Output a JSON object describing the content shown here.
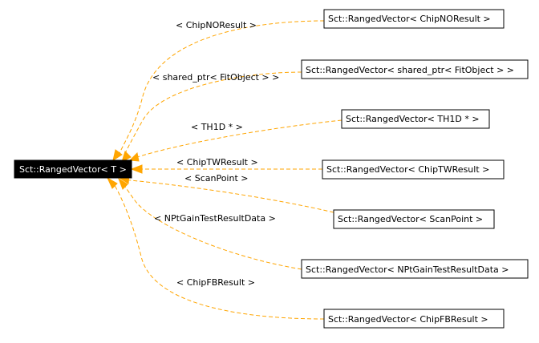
{
  "colors": {
    "edge": "#ffa500",
    "root_bg": "#000000",
    "root_text": "#ffffff"
  },
  "root": {
    "label": "Sct::RangedVector< T >"
  },
  "nodes": [
    {
      "id": "chipno",
      "label": "Sct::RangedVector< ChipNOResult >",
      "edge_label": "< ChipNOResult >"
    },
    {
      "id": "fitobj",
      "label": "Sct::RangedVector< shared_ptr< FitObject > >",
      "edge_label": "< shared_ptr< FitObject > >"
    },
    {
      "id": "th1d",
      "label": "Sct::RangedVector< TH1D * >",
      "edge_label": "< TH1D * >"
    },
    {
      "id": "chiptw",
      "label": "Sct::RangedVector< ChipTWResult >",
      "edge_label": "< ChipTWResult >"
    },
    {
      "id": "scanpt",
      "label": "Sct::RangedVector< ScanPoint >",
      "edge_label": "< ScanPoint >"
    },
    {
      "id": "nptgain",
      "label": "Sct::RangedVector< NPtGainTestResultData >",
      "edge_label": "< NPtGainTestResultData >"
    },
    {
      "id": "chipfb",
      "label": "Sct::RangedVector< ChipFBResult >",
      "edge_label": "< ChipFBResult >"
    }
  ]
}
